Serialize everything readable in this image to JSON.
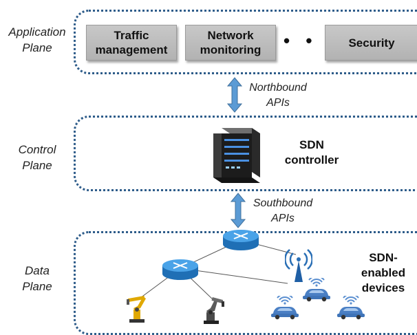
{
  "application_plane": {
    "label": "Application\nPlane",
    "apps": [
      {
        "label": "Traffic\nmanagement"
      },
      {
        "label": "Network\nmonitoring"
      },
      {
        "label": "Security"
      }
    ],
    "ellipsis": "• • •"
  },
  "northbound": {
    "label": "Northbound\nAPIs"
  },
  "control_plane": {
    "label": "Control\nPlane",
    "controller_label": "SDN\ncontroller"
  },
  "southbound": {
    "label": "Southbound\nAPIs"
  },
  "data_plane": {
    "label": "Data\nPlane",
    "devices_label": "SDN-\nenabled\ndevices"
  },
  "colors": {
    "border": "#2e5c8a",
    "arrow": "#5b9bd5",
    "router": "#3a8fd6",
    "car": "#5b8fd0",
    "robot": "#e0a800"
  }
}
